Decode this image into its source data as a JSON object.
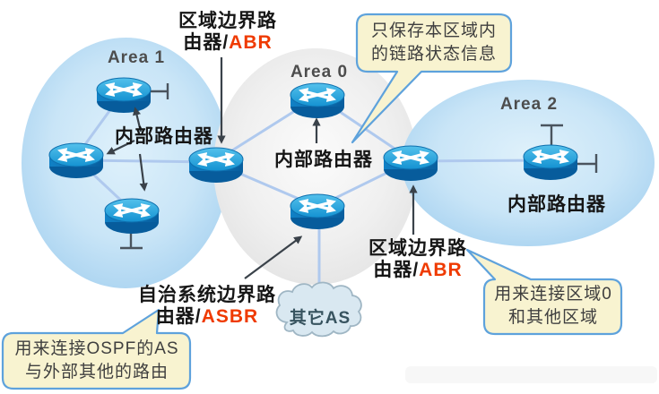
{
  "areas": {
    "area1": {
      "name": "Area 1"
    },
    "area0": {
      "name": "Area 0"
    },
    "area2": {
      "name": "Area 2"
    }
  },
  "labels": {
    "abr_top": {
      "line1": "区域边界路",
      "prefix": "由器/",
      "acronym": "ABR"
    },
    "abr_right": {
      "line1": "区域边界路",
      "prefix": "由器/",
      "acronym": "ABR"
    },
    "asbr": {
      "line1": "自治系统边界路",
      "prefix": "由器/",
      "acronym": "ASBR"
    },
    "internal_area1": "内部路由器",
    "internal_area0": "内部路由器",
    "internal_area2": "内部路由器",
    "external_as": "其它AS"
  },
  "callouts": {
    "top": {
      "line1": "只保存本区域内",
      "line2": "的链路状态信息"
    },
    "bottom_left": {
      "line1": "用来连接OSPF的AS",
      "line2": "与外部其他的路由"
    },
    "bottom_right": {
      "line1": "用来连接区域0",
      "line2": "和其他区域"
    }
  },
  "colors": {
    "area_blue": "#AED5F1",
    "area_gray": "#E8E8E8",
    "router_top": "#2FA8DF",
    "router_body": "#0C6CAE",
    "link_blue": "#AFC9EE",
    "stub_gray": "#4A545E",
    "arrow_dark": "#3A424A",
    "acronym_red": "#EF3A00",
    "callout_fill": "#F8F3D0",
    "callout_border": "#5EA2DC",
    "cloud_fill": "#D9E8F1",
    "text_dark": "#161616"
  }
}
